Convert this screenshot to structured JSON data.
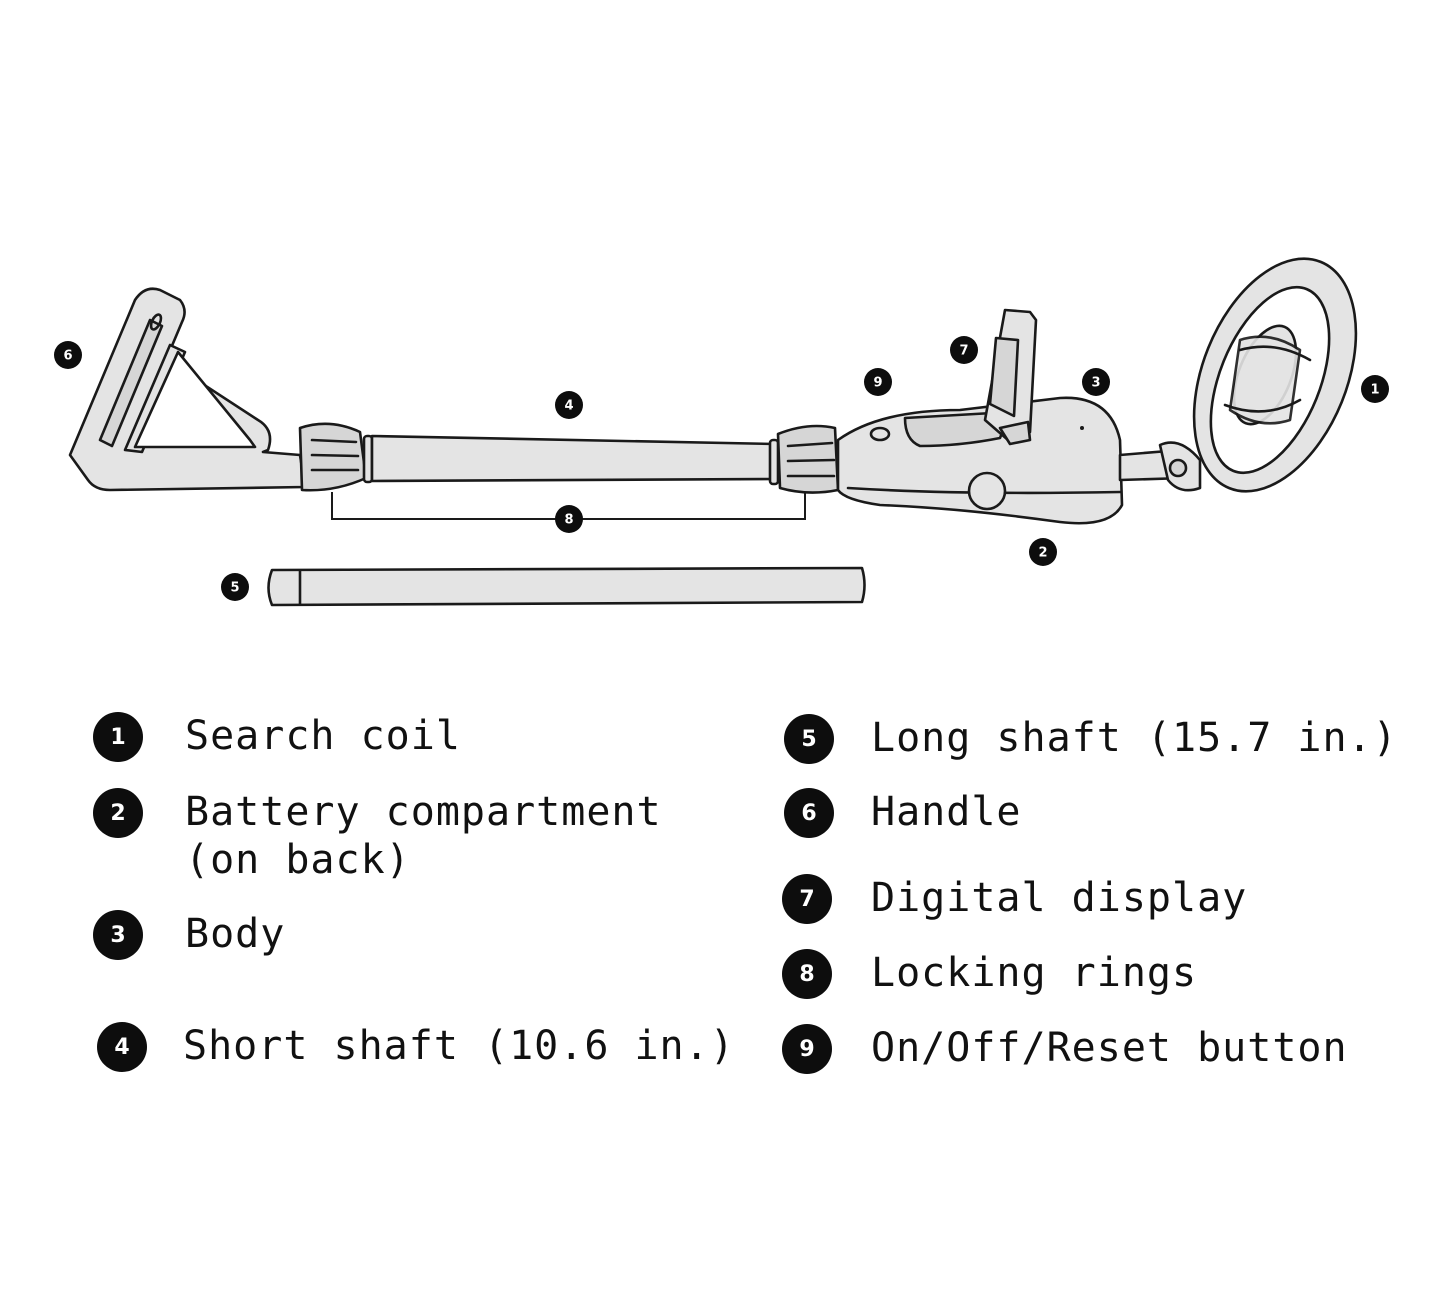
{
  "colors": {
    "badge": "#0d0d0d",
    "part_fill": "#e4e4e4",
    "outline": "#1a1a1a",
    "background": "#ffffff"
  },
  "callouts": [
    {
      "number": "1",
      "part": "search-coil"
    },
    {
      "number": "2",
      "part": "battery-compartment"
    },
    {
      "number": "3",
      "part": "body"
    },
    {
      "number": "4",
      "part": "short-shaft"
    },
    {
      "number": "5",
      "part": "long-shaft"
    },
    {
      "number": "6",
      "part": "handle"
    },
    {
      "number": "7",
      "part": "digital-display"
    },
    {
      "number": "8",
      "part": "locking-rings"
    },
    {
      "number": "9",
      "part": "on-off-reset-button"
    }
  ],
  "legend": {
    "left": [
      {
        "number": "1",
        "label": "Search coil"
      },
      {
        "number": "2",
        "label": "Battery compartment",
        "label_line2": "(on back)"
      },
      {
        "number": "3",
        "label": "Body"
      },
      {
        "number": "4",
        "label": "Short shaft (10.6 in.)"
      }
    ],
    "right": [
      {
        "number": "5",
        "label": "Long shaft (15.7 in.)"
      },
      {
        "number": "6",
        "label": "Handle"
      },
      {
        "number": "7",
        "label": "Digital display"
      },
      {
        "number": "8",
        "label": "Locking rings"
      },
      {
        "number": "9",
        "label": "On/Off/Reset button"
      }
    ]
  }
}
